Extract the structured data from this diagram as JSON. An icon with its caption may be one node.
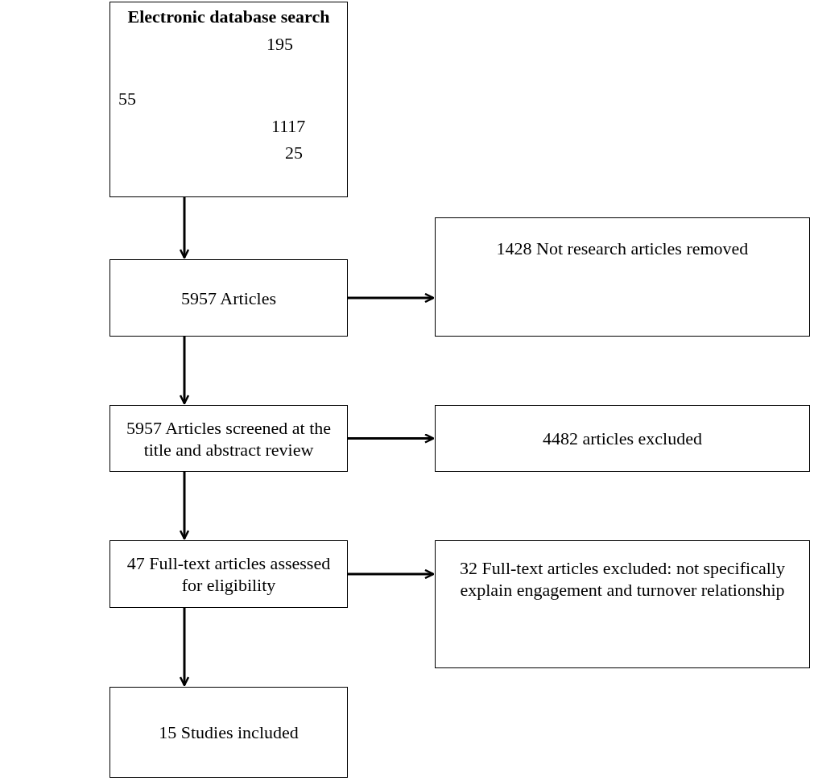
{
  "diagram": {
    "nodes": [
      {
        "text": [
          "Electronic database search",
          "195",
          "55",
          "1117",
          "25"
        ]
      },
      {
        "text": [
          "5957 Articles"
        ]
      },
      {
        "text": [
          "1428 Not research articles removed"
        ]
      },
      {
        "text": [
          "5957 Articles screened at the title and abstract review"
        ]
      },
      {
        "text": [
          "4482 articles excluded"
        ]
      },
      {
        "text": [
          "47 Full-text articles assessed for eligibility"
        ]
      },
      {
        "text": [
          "32 Full-text articles excluded: not specifically explain engagement and turnover relationship"
        ]
      },
      {
        "text": [
          "15 Studies included"
        ]
      }
    ],
    "edges": [
      {
        "from": 0,
        "to": 1,
        "arrow": "to"
      },
      {
        "from": 1,
        "to": 2,
        "arrow": "to"
      },
      {
        "from": 1,
        "to": 3,
        "arrow": "to"
      },
      {
        "from": 3,
        "to": 4,
        "arrow": "to"
      },
      {
        "from": 3,
        "to": 5,
        "arrow": "to"
      },
      {
        "from": 5,
        "to": 6,
        "arrow": "to"
      },
      {
        "from": 5,
        "to": 7,
        "arrow": "to"
      }
    ]
  }
}
